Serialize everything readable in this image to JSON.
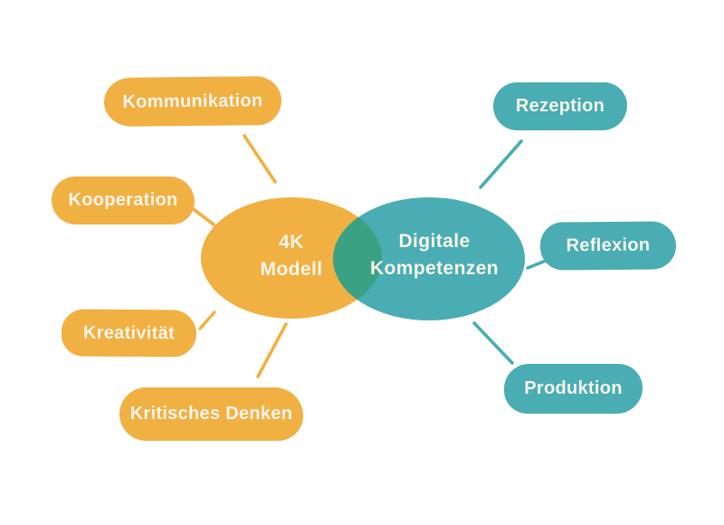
{
  "colors": {
    "background": "#FFFFFF",
    "orange": "#F1B042",
    "teal": "#49ADB3",
    "overlap": "#3AA183",
    "label_text": "#F8F4EA"
  },
  "center_nodes": {
    "left": {
      "line1": "4K",
      "line2": "Modell"
    },
    "right": {
      "line1": "Digitale",
      "line2": "Kompetenzen"
    }
  },
  "left_branches": {
    "kommunikation": "Kommunikation",
    "kooperation": "Kooperation",
    "kreativitaet": "Kreativität",
    "kritisches_denken": "Kritisches Denken"
  },
  "right_branches": {
    "rezeption": "Rezeption",
    "reflexion": "Reflexion",
    "produktion": "Produktion"
  }
}
